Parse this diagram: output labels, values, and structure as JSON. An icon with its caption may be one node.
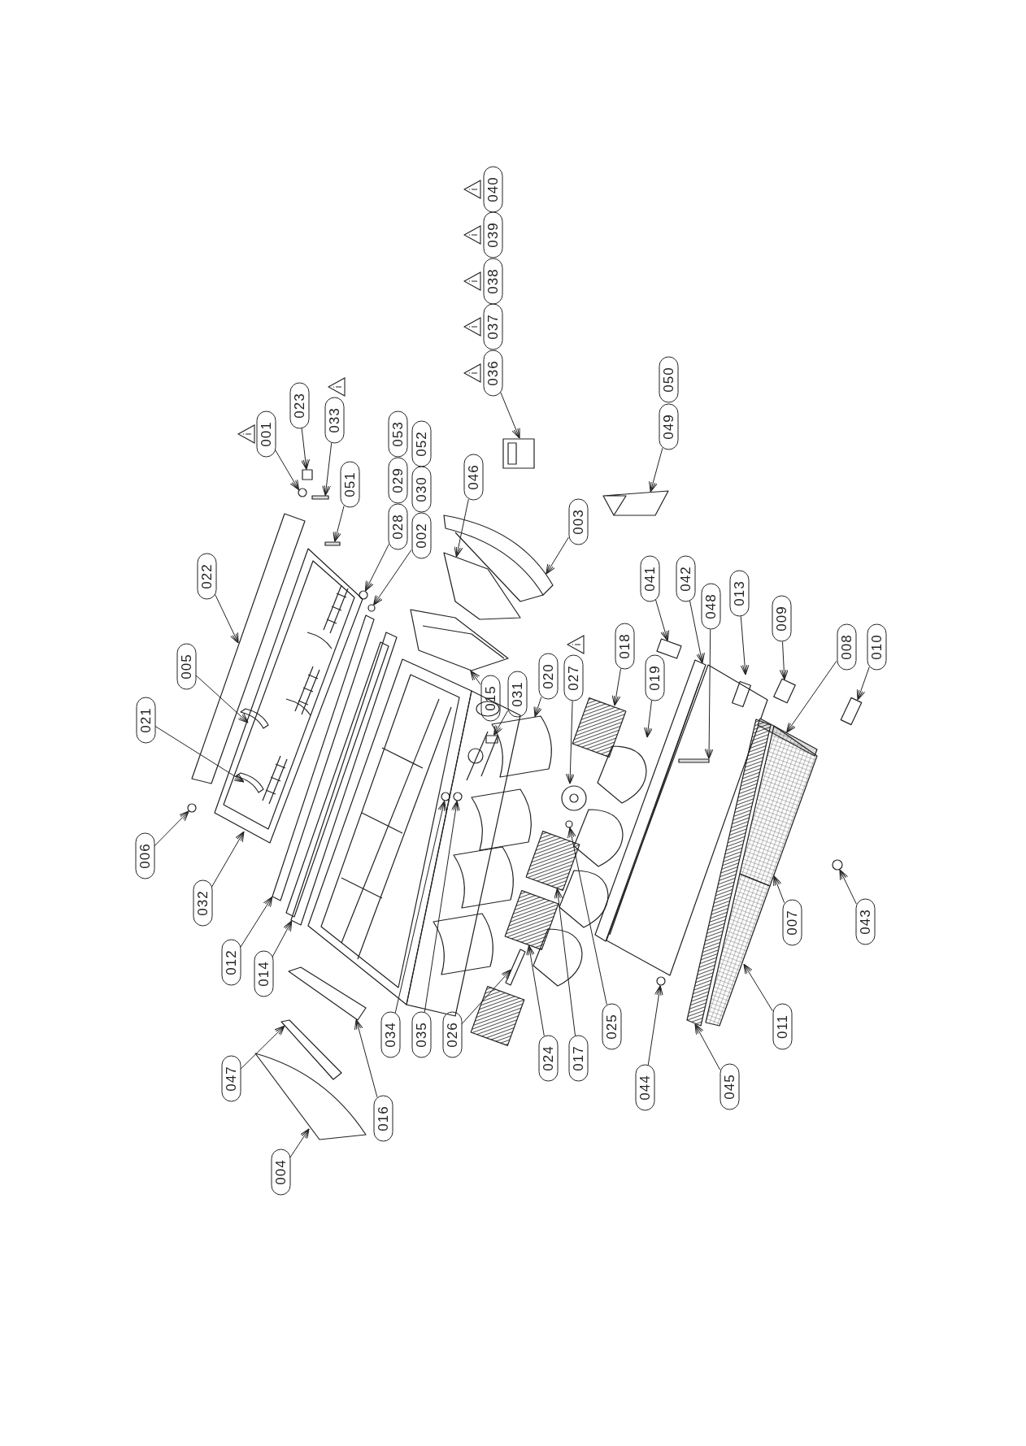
{
  "diagram": {
    "nodes": [
      {
        "text": [
          "040"
        ]
      },
      {
        "text": [
          "039"
        ]
      },
      {
        "text": [
          "038"
        ]
      },
      {
        "text": [
          "037"
        ]
      },
      {
        "text": [
          "036"
        ]
      },
      {
        "text": [
          "050"
        ]
      },
      {
        "text": [
          "049"
        ]
      },
      {
        "text": [
          "023"
        ]
      },
      {
        "text": [
          "033"
        ]
      },
      {
        "text": [
          "001"
        ]
      },
      {
        "text": [
          "053"
        ]
      },
      {
        "text": [
          "052"
        ]
      },
      {
        "text": [
          "029"
        ]
      },
      {
        "text": [
          "030"
        ]
      },
      {
        "text": [
          "028"
        ]
      },
      {
        "text": [
          "002"
        ]
      },
      {
        "text": [
          "046"
        ]
      },
      {
        "text": [
          "051"
        ]
      },
      {
        "text": [
          "003"
        ]
      },
      {
        "text": [
          "022"
        ]
      },
      {
        "text": [
          "041"
        ]
      },
      {
        "text": [
          "042"
        ]
      },
      {
        "text": [
          "013"
        ]
      },
      {
        "text": [
          "048"
        ]
      },
      {
        "text": [
          "009"
        ]
      },
      {
        "text": [
          "008"
        ]
      },
      {
        "text": [
          "010"
        ]
      },
      {
        "text": [
          "018"
        ]
      },
      {
        "text": [
          "005"
        ]
      },
      {
        "text": [
          "020"
        ]
      },
      {
        "text": [
          "027"
        ]
      },
      {
        "text": [
          "019"
        ]
      },
      {
        "text": [
          "015"
        ]
      },
      {
        "text": [
          "031"
        ]
      },
      {
        "text": [
          "021"
        ]
      },
      {
        "text": [
          "006"
        ]
      },
      {
        "text": [
          "032"
        ]
      },
      {
        "text": [
          "012"
        ]
      },
      {
        "text": [
          "014"
        ]
      },
      {
        "text": [
          "007"
        ]
      },
      {
        "text": [
          "043"
        ]
      },
      {
        "text": [
          "011"
        ]
      },
      {
        "text": [
          "045"
        ]
      },
      {
        "text": [
          "044"
        ]
      },
      {
        "text": [
          "025"
        ]
      },
      {
        "text": [
          "017"
        ]
      },
      {
        "text": [
          "024"
        ]
      },
      {
        "text": [
          "026"
        ]
      },
      {
        "text": [
          "035"
        ]
      },
      {
        "text": [
          "034"
        ]
      },
      {
        "text": [
          "016"
        ]
      },
      {
        "text": [
          "047"
        ]
      },
      {
        "text": [
          "004"
        ]
      },
      {
        "text": [],
        "shape": "picture"
      },
      {
        "text": [],
        "shape": "picture"
      },
      {
        "text": [],
        "shape": "box"
      },
      {
        "text": [],
        "shape": "bar"
      },
      {
        "text": [],
        "shape": "circle"
      },
      {
        "text": [],
        "shape": "circle"
      },
      {
        "text": [],
        "shape": "circle"
      },
      {
        "text": [],
        "shape": "picture"
      },
      {
        "text": [],
        "shape": "bar"
      },
      {
        "text": [],
        "shape": "picture"
      },
      {
        "text": [],
        "shape": "picture"
      },
      {
        "text": [],
        "shape": "picture"
      },
      {
        "text": [],
        "shape": "picture"
      },
      {
        "text": [],
        "shape": "picture"
      },
      {
        "text": [],
        "shape": "bar",
        "in": 66
      },
      {
        "text": [],
        "shape": "picture"
      },
      {
        "text": [],
        "shape": "bar"
      },
      {
        "text": [],
        "shape": "picture"
      },
      {
        "text": [],
        "shape": "picture"
      },
      {
        "text": [],
        "shape": "picture",
        "in": 80
      },
      {
        "text": [],
        "shape": "picture"
      },
      {
        "text": [],
        "shape": "picture"
      },
      {
        "text": [],
        "shape": "picture"
      },
      {
        "text": [],
        "shape": "picture"
      },
      {
        "text": [],
        "shape": "box"
      },
      {
        "text": [],
        "shape": "picture",
        "in": 80
      },
      {
        "text": [],
        "shape": "circle"
      },
      {
        "text": [],
        "shape": "picture"
      },
      {
        "text": [],
        "shape": "picture"
      },
      {
        "text": [],
        "shape": "picture"
      },
      {
        "text": [],
        "shape": "picture"
      },
      {
        "text": [],
        "shape": "circle"
      },
      {
        "text": [],
        "shape": "picture"
      },
      {
        "text": [],
        "shape": "picture"
      },
      {
        "text": [],
        "shape": "circle"
      },
      {
        "text": [],
        "shape": "circle"
      },
      {
        "text": [],
        "shape": "picture"
      },
      {
        "text": [],
        "shape": "picture"
      },
      {
        "text": [],
        "shape": "picture"
      },
      {
        "text": [],
        "shape": "circle"
      },
      {
        "text": [],
        "shape": "circle"
      },
      {
        "text": [],
        "shape": "picture"
      },
      {
        "text": [],
        "shape": "picture"
      },
      {
        "text": [],
        "shape": "picture"
      }
    ],
    "edges": [
      {
        "from": 4,
        "to": 53,
        "arrow": "to"
      },
      {
        "from": 6,
        "to": 54,
        "arrow": "to"
      },
      {
        "from": 7,
        "to": 55,
        "arrow": "to"
      },
      {
        "from": 8,
        "to": 56,
        "arrow": "to"
      },
      {
        "from": 9,
        "to": 57,
        "arrow": "to"
      },
      {
        "from": 14,
        "to": 58,
        "arrow": "to"
      },
      {
        "from": 15,
        "to": 59,
        "arrow": "to"
      },
      {
        "from": 16,
        "to": 60,
        "arrow": "to"
      },
      {
        "from": 17,
        "to": 61,
        "arrow": "to"
      },
      {
        "from": 18,
        "to": 62,
        "arrow": "to"
      },
      {
        "from": 19,
        "to": 63,
        "arrow": "to"
      },
      {
        "from": 20,
        "to": 64,
        "arrow": "to"
      },
      {
        "from": 21,
        "to": 65,
        "arrow": "to"
      },
      {
        "from": 22,
        "to": 66,
        "arrow": "to"
      },
      {
        "from": 23,
        "to": 67,
        "arrow": "to"
      },
      {
        "from": 24,
        "to": 68,
        "arrow": "to"
      },
      {
        "from": 25,
        "to": 69,
        "arrow": "to"
      },
      {
        "from": 26,
        "to": 70,
        "arrow": "to"
      },
      {
        "from": 27,
        "to": 71,
        "arrow": "to"
      },
      {
        "from": 28,
        "to": 72,
        "arrow": "to"
      },
      {
        "from": 29,
        "to": 73,
        "arrow": "to"
      },
      {
        "from": 30,
        "to": 74,
        "arrow": "to"
      },
      {
        "from": 31,
        "to": 75,
        "arrow": "to"
      },
      {
        "from": 32,
        "to": 76,
        "arrow": "to"
      },
      {
        "from": 33,
        "to": 77,
        "arrow": "to"
      },
      {
        "from": 34,
        "to": 78,
        "arrow": "to"
      },
      {
        "from": 35,
        "to": 79,
        "arrow": "to"
      },
      {
        "from": 36,
        "to": 80,
        "arrow": "to"
      },
      {
        "from": 37,
        "to": 81,
        "arrow": "to"
      },
      {
        "from": 38,
        "to": 82,
        "arrow": "to"
      },
      {
        "from": 39,
        "to": 83,
        "arrow": "to"
      },
      {
        "from": 40,
        "to": 84,
        "arrow": "to"
      },
      {
        "from": 41,
        "to": 85,
        "arrow": "to"
      },
      {
        "from": 42,
        "to": 86,
        "arrow": "to"
      },
      {
        "from": 43,
        "to": 87,
        "arrow": "to"
      },
      {
        "from": 44,
        "to": 88,
        "arrow": "to"
      },
      {
        "from": 45,
        "to": 89,
        "arrow": "to"
      },
      {
        "from": 46,
        "to": 90,
        "arrow": "to"
      },
      {
        "from": 47,
        "to": 91,
        "arrow": "to"
      },
      {
        "from": 48,
        "to": 92,
        "arrow": "to"
      },
      {
        "from": 49,
        "to": 93,
        "arrow": "to"
      },
      {
        "from": 50,
        "to": 94,
        "arrow": "to"
      },
      {
        "from": 51,
        "to": 95,
        "arrow": "to"
      },
      {
        "from": 52,
        "to": 96,
        "arrow": "to"
      }
    ]
  }
}
